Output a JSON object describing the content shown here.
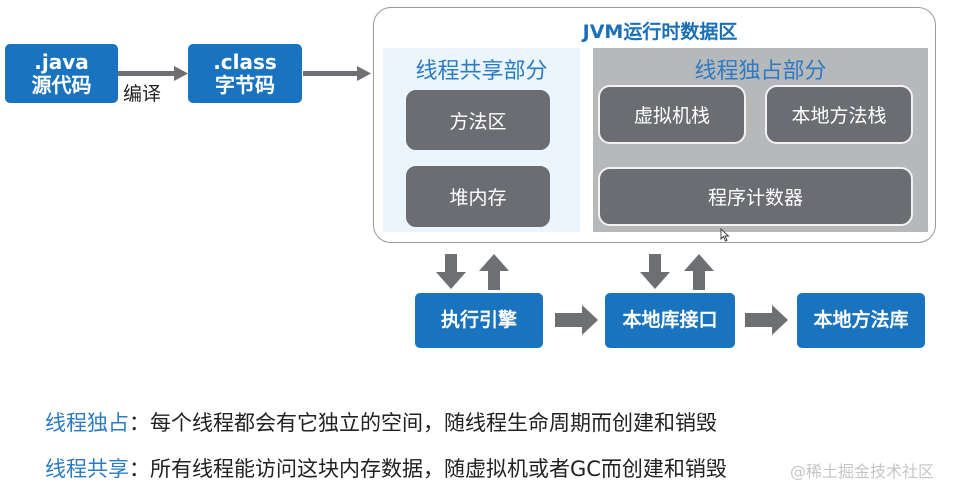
{
  "compile_flow": {
    "source_box": {
      "line1": ".java",
      "line2": "源代码"
    },
    "compile_label": "编译",
    "bytecode_box": {
      "line1": ".class",
      "line2": "字节码"
    }
  },
  "runtime_area": {
    "title": "JVM运行时数据区",
    "shared": {
      "title": "线程共享部分",
      "items": [
        "方法区",
        "堆内存"
      ]
    },
    "exclusive": {
      "title": "线程独占部分",
      "items": [
        "虚拟机栈",
        "本地方法栈",
        "程序计数器"
      ]
    }
  },
  "execution_flow": {
    "boxes": [
      "执行引擎",
      "本地库接口",
      "本地方法库"
    ]
  },
  "notes": [
    {
      "term": "线程独占",
      "sep": "：",
      "desc": "每个线程都会有它独立的空间，随线程生命周期而创建和销毁"
    },
    {
      "term": "线程共享",
      "sep": "：",
      "desc": "所有线程能访问这块内存数据，随虚拟机或者GC而创建和销毁"
    }
  ],
  "watermark": "@稀土掘金技术社区",
  "colors": {
    "brand_blue": "#1a73be",
    "heading_blue": "#2c7bc4",
    "module_gray": "#6b6d72",
    "arrow_gray": "#6e6f73",
    "shared_bg": "#eaf5fd",
    "exclusive_bg": "#b7b8ba"
  }
}
